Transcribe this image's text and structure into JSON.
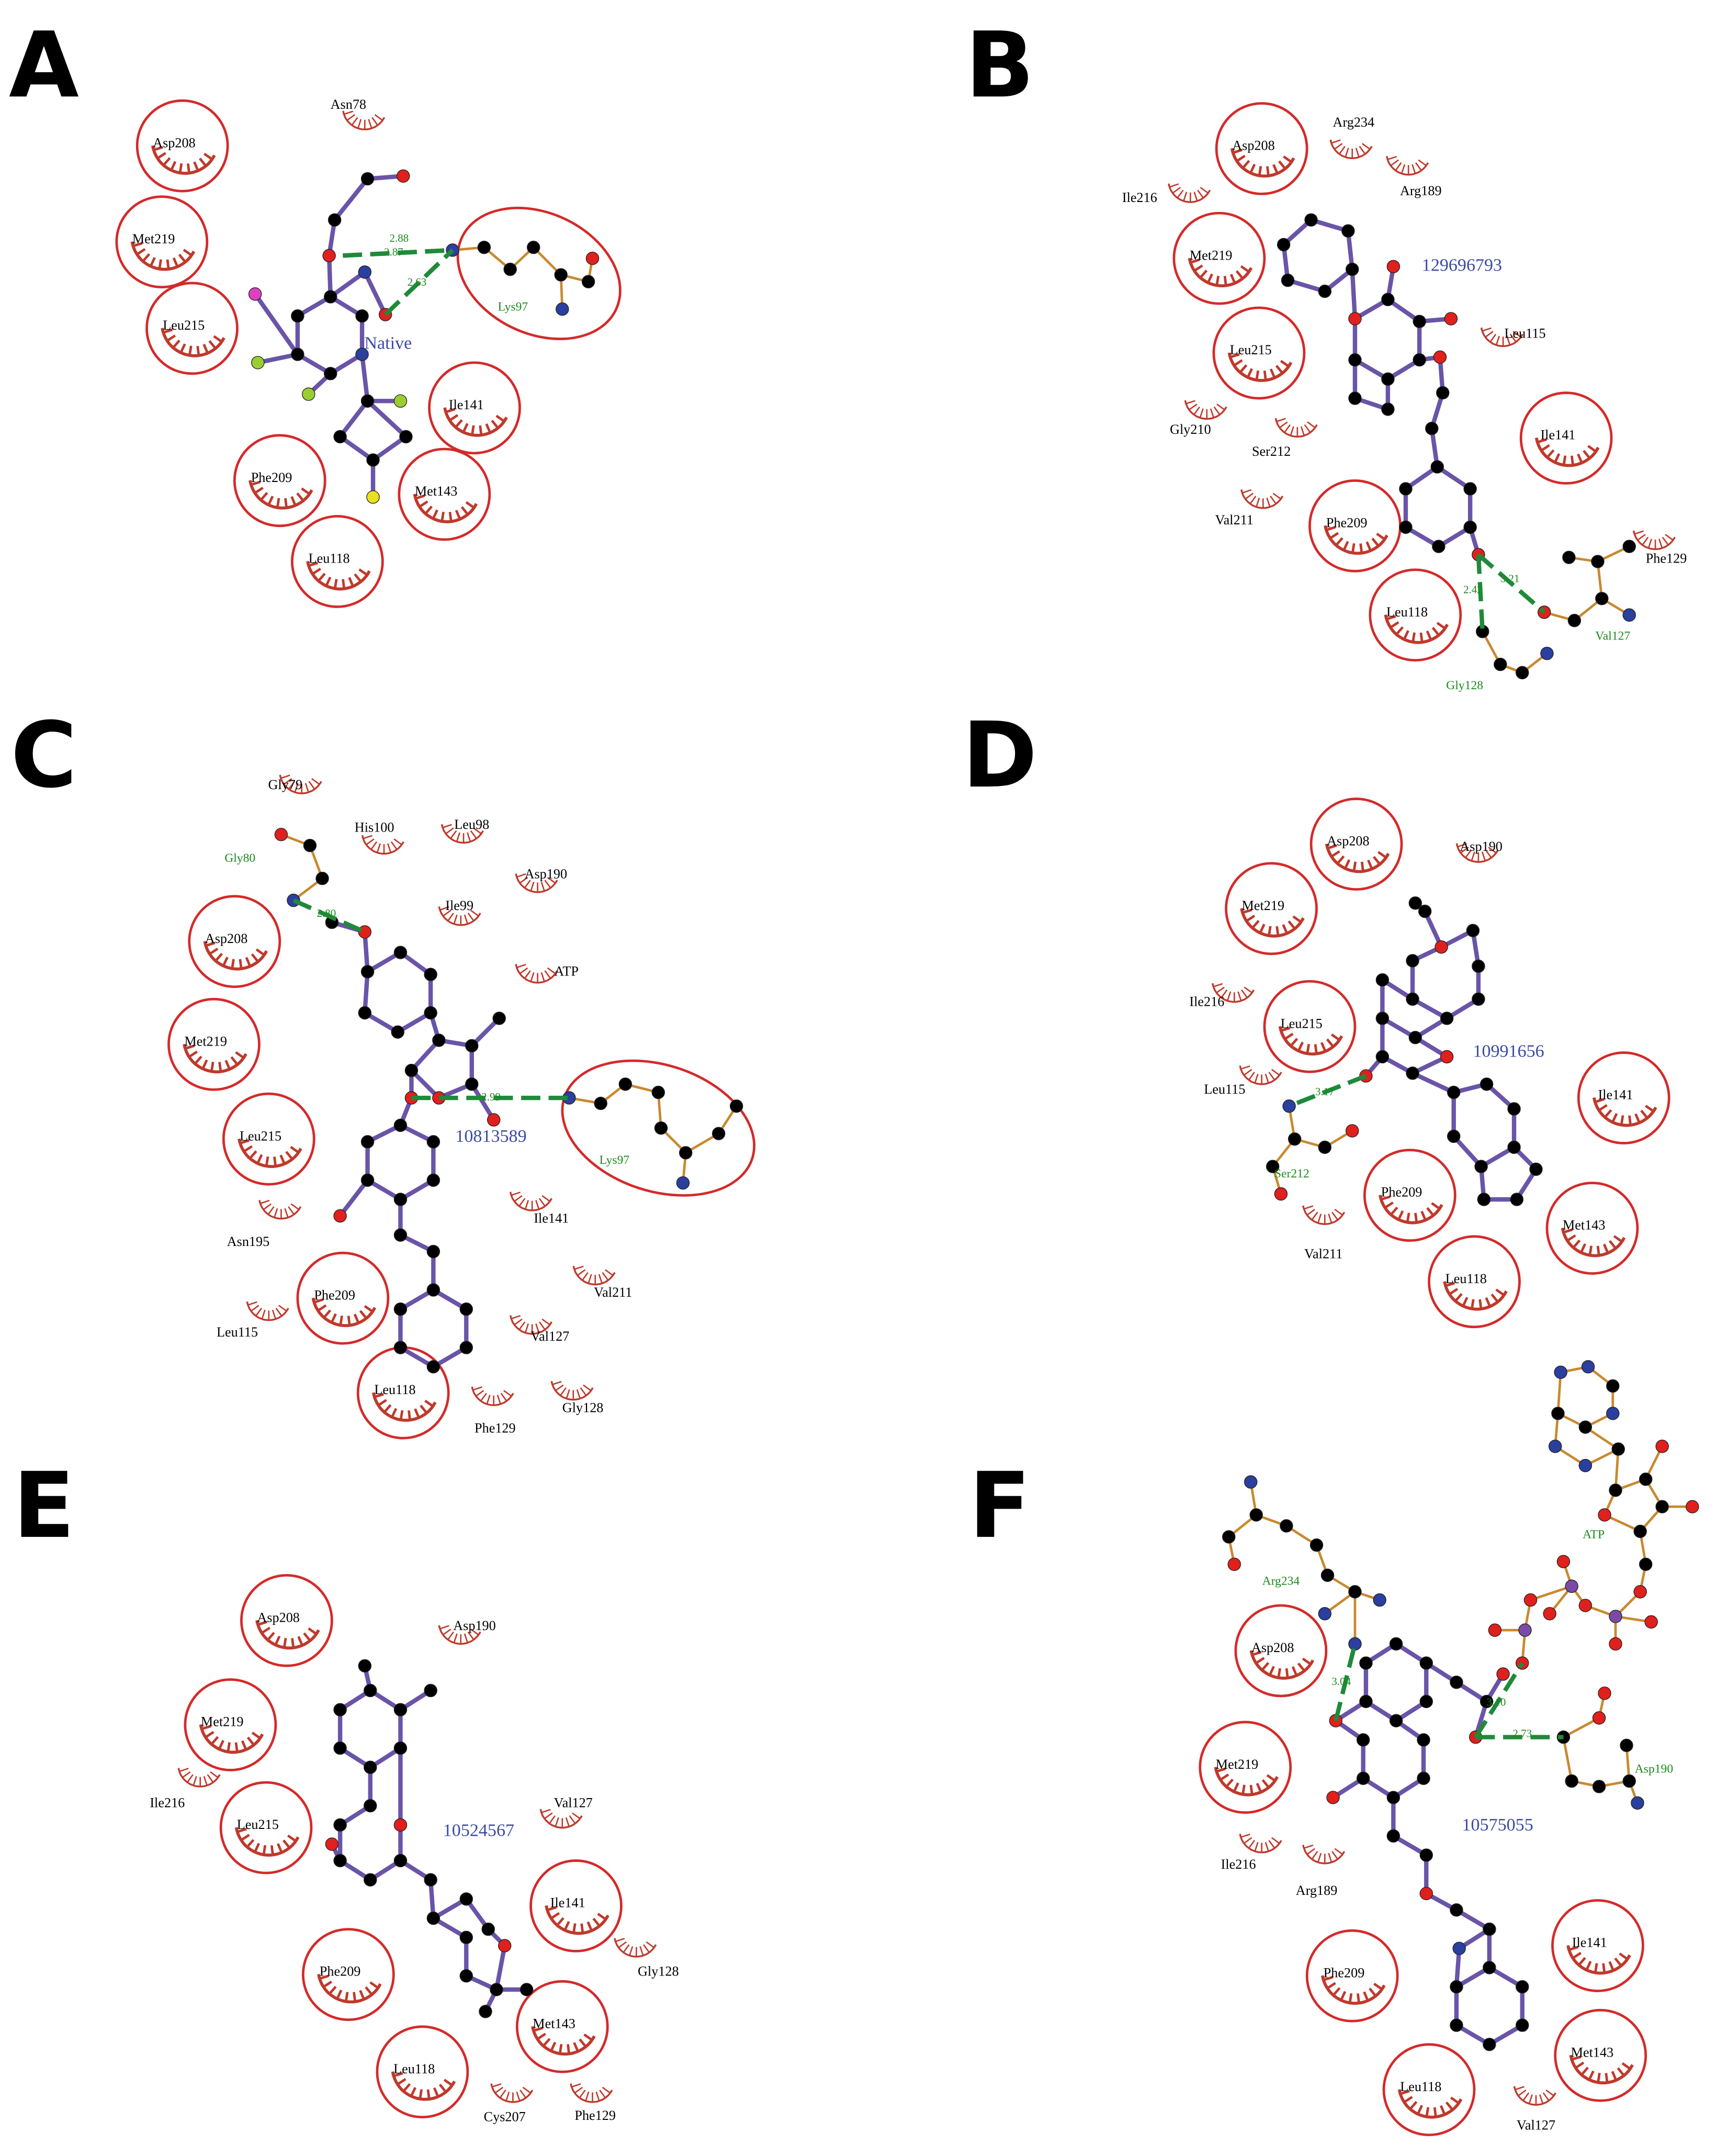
{
  "colors": {
    "contact_circle": "#d42a2a",
    "hydrophobic_arc": "#c0392b",
    "ligand_bond": "#6a54a8",
    "residue_bond": "#c8892f",
    "hbond": "#1f8a3a",
    "atom_carbon": "#000000",
    "atom_oxygen": "#e0201c",
    "atom_nitrogen": "#2a3f9e",
    "atom_halogen_cl": "#9acd32",
    "atom_halogen_f": "#e040c0",
    "atom_sulfur": "#e8e020"
  },
  "panels": [
    {
      "letter": "A",
      "ligand": "Native",
      "circled_residues": [
        "Asp208",
        "Met219",
        "Leu215",
        "Ile141",
        "Met143",
        "Phe209",
        "Leu118"
      ],
      "other_residues": [
        "Asn78"
      ],
      "hbond_residues": [
        "Lys97"
      ],
      "distances": [
        "2.88",
        "2.87",
        "2.63"
      ]
    },
    {
      "letter": "B",
      "ligand": "129696793",
      "circled_residues": [
        "Asp208",
        "Met219",
        "Leu215",
        "Ile141",
        "Phe209",
        "Leu118"
      ],
      "other_residues": [
        "Arg234",
        "Arg189",
        "Ile216",
        "Leu115",
        "Gly210",
        "Ser212",
        "Val211",
        "Phe129"
      ],
      "hbond_residues": [
        "Val127",
        "Gly128"
      ],
      "distances": [
        "3.21",
        "2.42"
      ]
    },
    {
      "letter": "C",
      "ligand": "10813589",
      "circled_residues": [
        "Asp208",
        "Met219",
        "Leu215",
        "Phe209",
        "Leu118"
      ],
      "other_residues": [
        "Gly79",
        "His100",
        "Leu98",
        "Ile99",
        "Asp190",
        "ATP",
        "Ile141",
        "Asn195",
        "Leu115",
        "Val211",
        "Val127",
        "Phe129",
        "Gly128"
      ],
      "hbond_residues": [
        "Gly80",
        "Lys97"
      ],
      "distances": [
        "2.80",
        "2.99"
      ]
    },
    {
      "letter": "D",
      "ligand": "10991656",
      "circled_residues": [
        "Asp208",
        "Met219",
        "Leu215",
        "Ile141",
        "Phe209",
        "Met143",
        "Leu118"
      ],
      "other_residues": [
        "Asp190",
        "Ile216",
        "Leu115",
        "Val211"
      ],
      "hbond_residues": [
        "Ser212"
      ],
      "distances": [
        "3.17"
      ]
    },
    {
      "letter": "E",
      "ligand": "10524567",
      "circled_residues": [
        "Asp208",
        "Met219",
        "Leu215",
        "Ile141",
        "Phe209",
        "Met143",
        "Leu118"
      ],
      "other_residues": [
        "Asp190",
        "Ile216",
        "Val127",
        "Gly128",
        "Cys207",
        "Phe129"
      ],
      "hbond_residues": [],
      "distances": []
    },
    {
      "letter": "F",
      "ligand": "10575055",
      "circled_residues": [
        "Asp208",
        "Met219",
        "Ile141",
        "Phe209",
        "Met143",
        "Leu118"
      ],
      "other_residues": [
        "Ile216",
        "Arg189",
        "Val127"
      ],
      "hbond_residues": [
        "Arg234",
        "ATP",
        "Asp190"
      ],
      "distances": [
        "3.04",
        "3.10",
        "2.73"
      ]
    }
  ]
}
